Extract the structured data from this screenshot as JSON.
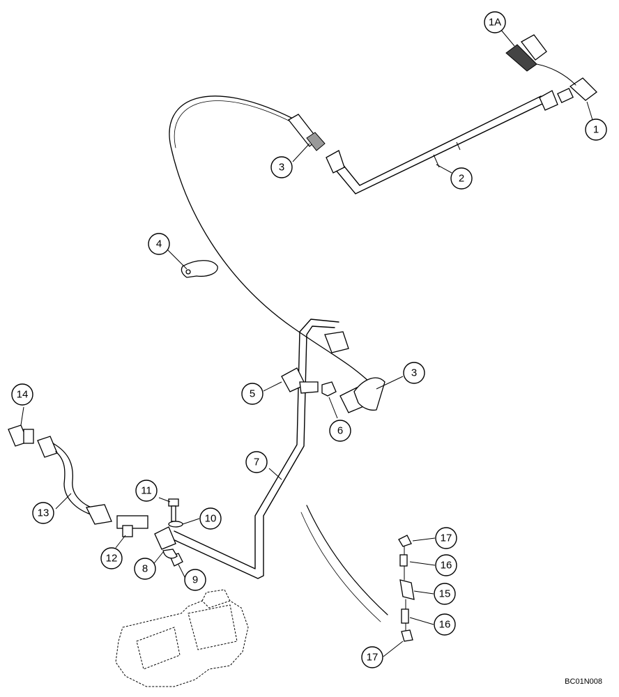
{
  "callouts": [
    {
      "label": "1A"
    },
    {
      "label": "1"
    },
    {
      "label": "2"
    },
    {
      "label": "3"
    },
    {
      "label": "4"
    },
    {
      "label": "5"
    },
    {
      "label": "6"
    },
    {
      "label": "3"
    },
    {
      "label": "7"
    },
    {
      "label": "14"
    },
    {
      "label": "13"
    },
    {
      "label": "11"
    },
    {
      "label": "10"
    },
    {
      "label": "12"
    },
    {
      "label": "8"
    },
    {
      "label": "9"
    },
    {
      "label": "17"
    },
    {
      "label": "16"
    },
    {
      "label": "15"
    },
    {
      "label": "16"
    },
    {
      "label": "17"
    }
  ],
  "drawing_code": "BC01N008"
}
